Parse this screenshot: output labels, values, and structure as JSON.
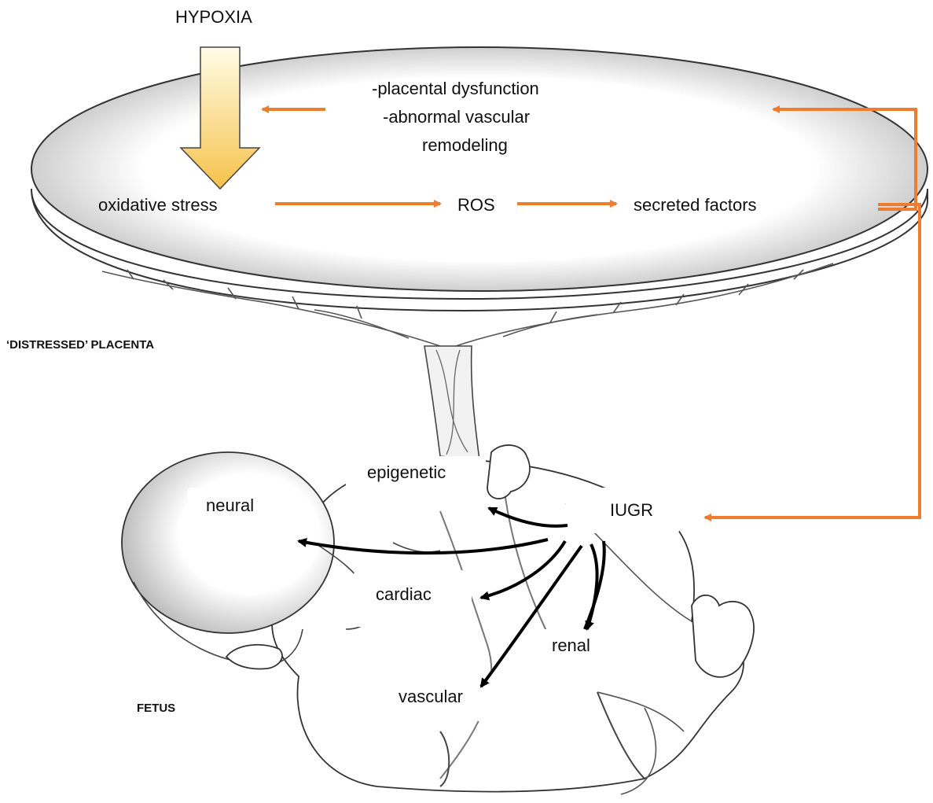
{
  "labels": {
    "hypoxia": "HYPOXIA",
    "dysfunction_line1": "-placental dysfunction",
    "dysfunction_line2": "-abnormal vascular",
    "dysfunction_line3": "remodeling",
    "oxidative_stress": "oxidative stress",
    "ros": "ROS",
    "secreted_factors": "secreted factors",
    "placenta": "‘DISTRESSED’ PLACENTA",
    "fetus": "FETUS",
    "iugr": "IUGR",
    "epigenetic": "epigenetic",
    "neural": "neural",
    "cardiac": "cardiac",
    "renal": "renal",
    "vascular": "vascular"
  },
  "colors": {
    "orange_arrow": "#ED7D31",
    "black_arrow": "#000000",
    "hypoxia_arrow_top": "#FFFBE0",
    "hypoxia_arrow_bottom": "#F7C64A",
    "sketch_line": "#333333",
    "sketch_shade": "#9a9a9a"
  }
}
